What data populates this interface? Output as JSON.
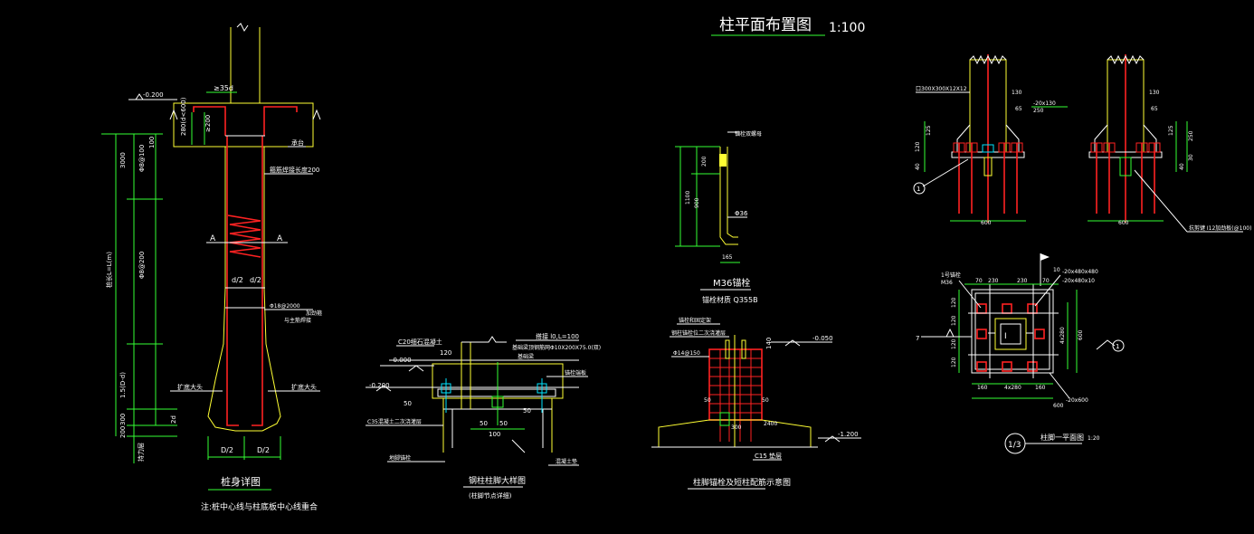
{
  "drawing": {
    "title": "柱平面布置图",
    "scale": "1:100",
    "colors": {
      "background": "#000000",
      "rebar": "#ff2222",
      "outline": "#ffff33",
      "dimension": "#33ff33",
      "text": "#ffffff",
      "anchor": "#00e5ff"
    }
  },
  "pile": {
    "top_elev": "-0.200",
    "anchor": "≥35d",
    "dim_top": "280(d<600)",
    "dim_top2": "≥200",
    "dim_side": "100",
    "hoop_upper": "Φ8@100",
    "hoop_lower": "Φ8@200",
    "len_upper": "3000",
    "len_total": "桩长L=L(m)",
    "dim_bottom": "1.5(D-d)",
    "dim_base": "300",
    "dim_base2": "200",
    "note_top": "箍筋焊接长度200",
    "note_mid": "Φ18@2000",
    "note_mid2": "与主筋焊接",
    "note_mid3": "加劲箍",
    "note_bl": "扩底大头",
    "note_br": "扩底大头",
    "sec_a1": "A",
    "sec_a2": "A",
    "half_d1": "d/2",
    "half_d2": "d/2",
    "half_D1": "D/2",
    "half_D2": "D/2",
    "caption": "桩身详图",
    "note": "注:桩中心线与柱底板中心线重合",
    "bearing_layer": "持力层",
    "cap_label": "承台"
  },
  "baseplate_detail": {
    "label_c20": "C20细石混凝土",
    "label_120": "120",
    "elev_top": "-0.000",
    "elev_low": "-0.200",
    "note_lap": "搭接 l0,L=100",
    "note_plate": "基础梁顶钢筋网Φ10X200X75.0(双)",
    "note_plate2": "基础梁",
    "note_fin": "锚栓端板",
    "note_anchor": "C35混凝土二次浇灌层",
    "note_ground": "地脚锚栓",
    "note_pad": "混凝土垫",
    "dim_50a": "50",
    "dim_50b": "50",
    "dim_50c": "50",
    "dim_50d": "50",
    "dim_100": "100",
    "caption": "钢柱柱脚大样图",
    "sub": "(柱脚节点详细)"
  },
  "anchor_bolt": {
    "label_top": "锚栓双螺母",
    "dim_200": "200",
    "dim_1100": "1100",
    "dim_900": "900",
    "dim_36": "Φ36",
    "dim_165": "165",
    "name": "M36锚栓",
    "material": "锚栓材质 Q355B"
  },
  "ground_beam": {
    "label1": "锚栓和固定架",
    "label2": "钢柱锚栓位二次浇灌层",
    "label3": "Φ14@150",
    "elev_top": "-0.050",
    "elev_bot": "-1.200",
    "dim_50a": "50",
    "dim_50b": "50",
    "dim_140": "140",
    "dim_300": "300",
    "dim_2400": "2400",
    "label_cap": "C15 垫层",
    "caption": "柱脚锚栓及短柱配筋示意图"
  },
  "column_elev": {
    "label_left": "口300X300X12X12",
    "dim_130": "130",
    "dim_65": "65",
    "dim_rib": "-20x130",
    "dim_250": "250",
    "dim_125": "125",
    "dim_120": "120",
    "dim_40": "40",
    "dim_30": "30",
    "dim_600a": "600",
    "dim_600b": "600",
    "dim_r130": "130",
    "dim_r65": "65",
    "dim_r125": "125",
    "dim_r250": "250",
    "dim_r30": "30",
    "dim_r40": "40",
    "marker": "1",
    "label_right": "抗剪键 I12加劲板(@100)"
  },
  "plan": {
    "dim_left_note": "1号锚栓",
    "dim_left_note2": "M36",
    "dims_top": [
      "70",
      "230",
      "230",
      "70"
    ],
    "dim_plate": "-20x480x480",
    "dim_fin": "-20x480x10",
    "dims_left": [
      "120",
      "120",
      "120",
      "120"
    ],
    "dim_600": "600",
    "dim_480": "4x280",
    "dims_bot": [
      "160",
      "4x280",
      "160"
    ],
    "dim_600b": "600",
    "dim_bot_right": "-20x600",
    "marker_left": "7",
    "marker_right": "1",
    "marker_top": "10",
    "caption_num": "1/3",
    "caption": "柱脚一平面图",
    "caption_scale": "1:20"
  }
}
